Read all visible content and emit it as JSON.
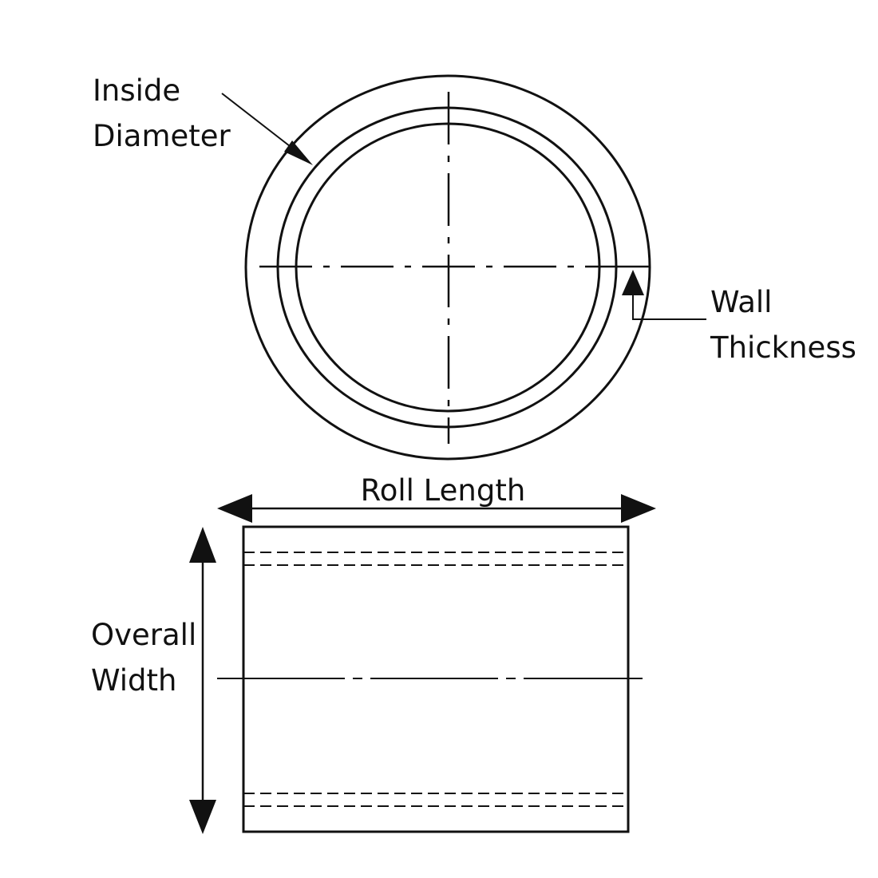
{
  "labels": {
    "inside_diameter": [
      "Inside",
      "Diameter"
    ],
    "wall_thickness": [
      "Wall",
      "Thickness"
    ],
    "roll_length": "Roll Length",
    "overall_width": [
      "Overall",
      "Width"
    ]
  },
  "colors": {
    "line": "#111111",
    "background": "#ffffff"
  }
}
